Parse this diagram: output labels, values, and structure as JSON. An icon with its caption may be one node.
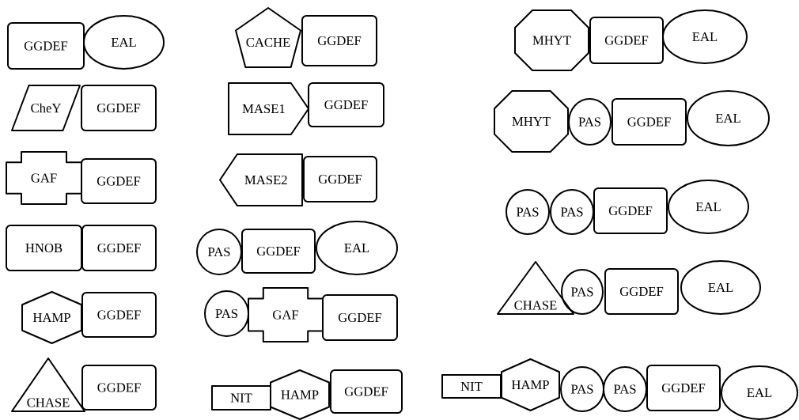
{
  "diagram": {
    "nodes": [
      {
        "text": [
          "GGDEF"
        ]
      },
      {
        "text": [
          "EAL"
        ]
      },
      {
        "text": [
          "CheY"
        ]
      },
      {
        "text": [
          "GGDEF"
        ]
      },
      {
        "text": [
          "GAF"
        ]
      },
      {
        "text": [
          "GGDEF"
        ]
      },
      {
        "text": [
          "HNOB"
        ]
      },
      {
        "text": [
          "GGDEF"
        ]
      },
      {
        "text": [
          "HAMP"
        ]
      },
      {
        "text": [
          "GGDEF"
        ]
      },
      {
        "text": [
          "CHASE"
        ]
      },
      {
        "text": [
          "GGDEF"
        ]
      },
      {
        "text": [
          "CACHE"
        ]
      },
      {
        "text": [
          "GGDEF"
        ]
      },
      {
        "text": [
          "MASE1"
        ]
      },
      {
        "text": [
          "GGDEF"
        ]
      },
      {
        "text": [
          "MASE2"
        ]
      },
      {
        "text": [
          "GGDEF"
        ]
      },
      {
        "text": [
          "PAS"
        ]
      },
      {
        "text": [
          "GGDEF"
        ]
      },
      {
        "text": [
          "EAL"
        ]
      },
      {
        "text": [
          "PAS"
        ]
      },
      {
        "text": [
          "GAF"
        ]
      },
      {
        "text": [
          "GGDEF"
        ]
      },
      {
        "text": [
          "NIT"
        ]
      },
      {
        "text": [
          "HAMP"
        ]
      },
      {
        "text": [
          "GGDEF"
        ]
      },
      {
        "text": [
          "MHYT"
        ]
      },
      {
        "text": [
          "GGDEF"
        ]
      },
      {
        "text": [
          "EAL"
        ]
      },
      {
        "text": [
          "MHYT"
        ]
      },
      {
        "text": [
          "PAS"
        ]
      },
      {
        "text": [
          "GGDEF"
        ]
      },
      {
        "text": [
          "EAL"
        ]
      },
      {
        "text": [
          "PAS"
        ]
      },
      {
        "text": [
          "PAS"
        ]
      },
      {
        "text": [
          "GGDEF"
        ]
      },
      {
        "text": [
          "EAL"
        ]
      },
      {
        "text": [
          "CHASE"
        ]
      },
      {
        "text": [
          "PAS"
        ]
      },
      {
        "text": [
          "GGDEF"
        ]
      },
      {
        "text": [
          "EAL"
        ]
      },
      {
        "text": [
          "NIT"
        ]
      },
      {
        "text": [
          "HAMP"
        ]
      },
      {
        "text": [
          "PAS"
        ]
      },
      {
        "text": [
          "PAS"
        ]
      },
      {
        "text": [
          "GGDEF"
        ]
      },
      {
        "text": [
          "EAL"
        ]
      }
    ]
  }
}
